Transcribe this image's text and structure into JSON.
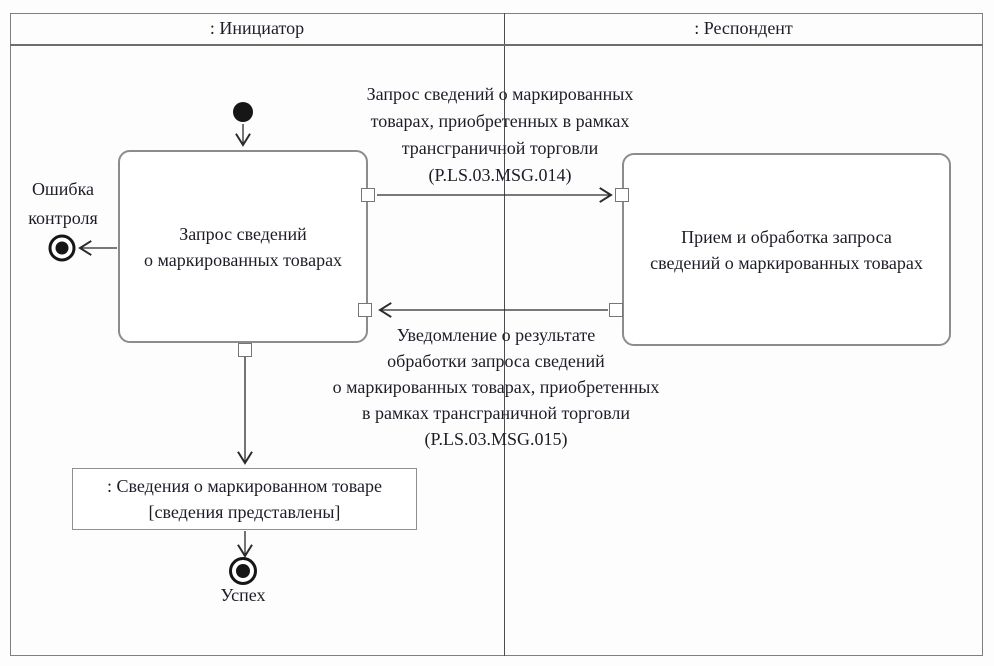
{
  "lanes": {
    "initiator": ": Инициатор",
    "respondent": ": Респондент"
  },
  "nodes": {
    "initiator_activity": [
      "Запрос сведений",
      "о маркированных товарах"
    ],
    "respondent_activity": [
      "Прием и обработка запроса",
      "сведений о маркированных товарах"
    ],
    "object_node": [
      ": Сведения о маркированном товаре",
      "[сведения представлены]"
    ],
    "error_final_label": [
      "Ошибка",
      "контроля"
    ],
    "success_final_label": "Успех"
  },
  "messages": {
    "request": [
      "Запрос сведений о маркированных",
      "товарах, приобретенных в рамках",
      "трансграничной торговли",
      "(P.LS.03.MSG.014)"
    ],
    "response": [
      "Уведомление о результате",
      "обработки запроса сведений",
      "о маркированных товарах, приобретенных",
      "в рамках трансграничной торговли",
      "(P.LS.03.MSG.015)"
    ]
  },
  "icons": {
    "initial_node": "initial-node-filled-circle",
    "error_final": "activity-final-bullseye",
    "success_final": "activity-final-bullseye",
    "pins": "uml-action-pin-square",
    "arrows": "open-v-arrowhead"
  },
  "colors": {
    "frame_border": "#7f7f7f",
    "lane_divider": "#4d4d4d",
    "node_border": "#8c8c8c",
    "node_fill": "#ffffff",
    "text": "#1d1d27",
    "arrow": "#2b2b2b",
    "final_node": "#161616"
  }
}
